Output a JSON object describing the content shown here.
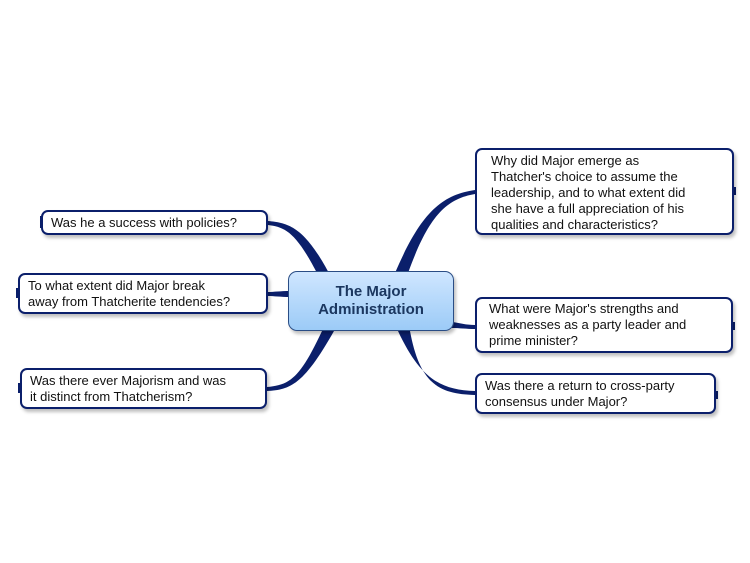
{
  "central": {
    "line1": "The Major",
    "line2": "Administration"
  },
  "topics": {
    "success": "Was he a success with policies?",
    "break_line1": "To what extent did Major break",
    "break_line2": "away from Thatcherite tendencies?",
    "majorism_line1": "Was there ever Majorism and was",
    "majorism_line2": "it distinct from Thatcherism?",
    "choice_line1": "Why did Major emerge as",
    "choice_line2": "Thatcher's choice to assume the",
    "choice_line3": "leadership, and to what extent did",
    "choice_line4": "she have a full appreciation of his",
    "choice_line5": "qualities and characteristics?",
    "strength_line1": "What were Major's strengths and",
    "strength_line2": "weaknesses as a party leader and",
    "strength_line3": "prime minister?",
    "consensus_line1": "Was there a return to cross-party",
    "consensus_line2": "consensus under Major?"
  },
  "colors": {
    "connector": "#0b1f6b",
    "central_fill": "#9ccbf7",
    "topic_border": "#0b1f6b"
  }
}
